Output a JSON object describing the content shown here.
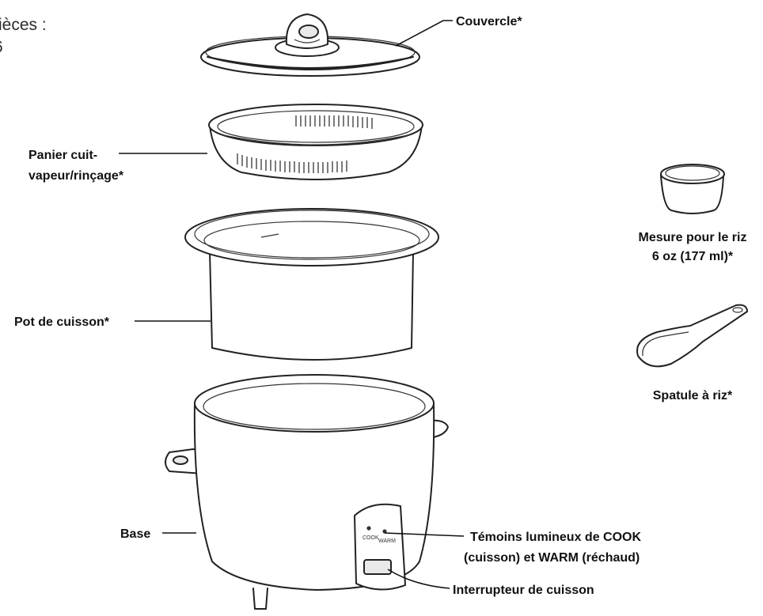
{
  "header": {
    "line1": "ièces :",
    "line2": "6"
  },
  "labels": {
    "lid": "Couvercle*",
    "basket_line1": "Panier cuit-",
    "basket_line2": "vapeur/rinçage*",
    "pot": "Pot de cuisson*",
    "measure_line1": "Mesure pour le riz",
    "measure_line2": "6 oz (177 ml)*",
    "spatula": "Spatule à riz*",
    "base": "Base",
    "lights_line1": "Témoins lumineux de COOK",
    "lights_line2": "(cuisson) et WARM (réchaud)",
    "switch": "Interrupteur de cuisson"
  },
  "panel": {
    "cook": "COOK",
    "warm": "WARM"
  }
}
